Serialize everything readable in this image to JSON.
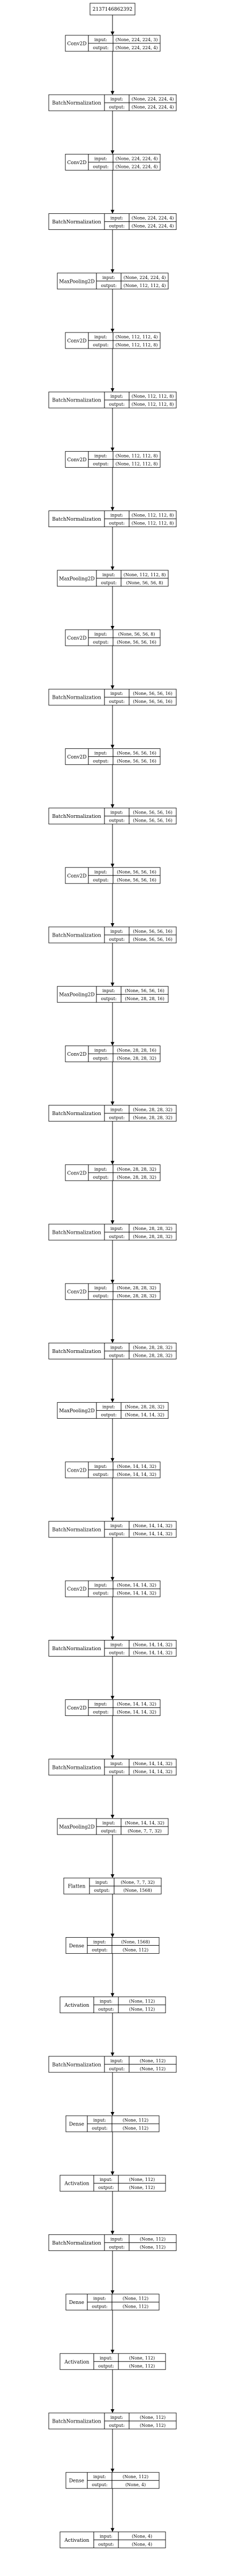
{
  "input_node": {
    "label": "2137146862392"
  },
  "io_labels": {
    "input": "input:",
    "output": "output:"
  },
  "layers": [
    {
      "name": "Conv2D",
      "input": "(None, 224, 224, 3)",
      "output": "(None, 224, 224, 4)"
    },
    {
      "name": "BatchNormalization",
      "input": "(None, 224, 224, 4)",
      "output": "(None, 224, 224, 4)"
    },
    {
      "name": "Conv2D",
      "input": "(None, 224, 224, 4)",
      "output": "(None, 224, 224, 4)"
    },
    {
      "name": "BatchNormalization",
      "input": "(None, 224, 224, 4)",
      "output": "(None, 224, 224, 4)"
    },
    {
      "name": "MaxPooling2D",
      "input": "(None, 224, 224, 4)",
      "output": "(None, 112, 112, 4)"
    },
    {
      "name": "Conv2D",
      "input": "(None, 112, 112, 4)",
      "output": "(None, 112, 112, 8)"
    },
    {
      "name": "BatchNormalization",
      "input": "(None, 112, 112, 8)",
      "output": "(None, 112, 112, 8)"
    },
    {
      "name": "Conv2D",
      "input": "(None, 112, 112, 8)",
      "output": "(None, 112, 112, 8)"
    },
    {
      "name": "BatchNormalization",
      "input": "(None, 112, 112, 8)",
      "output": "(None, 112, 112, 8)"
    },
    {
      "name": "MaxPooling2D",
      "input": "(None, 112, 112, 8)",
      "output": "(None, 56, 56, 8)"
    },
    {
      "name": "Conv2D",
      "input": "(None, 56, 56, 8)",
      "output": "(None, 56, 56, 16)"
    },
    {
      "name": "BatchNormalization",
      "input": "(None, 56, 56, 16)",
      "output": "(None, 56, 56, 16)"
    },
    {
      "name": "Conv2D",
      "input": "(None, 56, 56, 16)",
      "output": "(None, 56, 56, 16)"
    },
    {
      "name": "BatchNormalization",
      "input": "(None, 56, 56, 16)",
      "output": "(None, 56, 56, 16)"
    },
    {
      "name": "Conv2D",
      "input": "(None, 56, 56, 16)",
      "output": "(None, 56, 56, 16)"
    },
    {
      "name": "BatchNormalization",
      "input": "(None, 56, 56, 16)",
      "output": "(None, 56, 56, 16)"
    },
    {
      "name": "MaxPooling2D",
      "input": "(None, 56, 56, 16)",
      "output": "(None, 28, 28, 16)"
    },
    {
      "name": "Conv2D",
      "input": "(None, 28, 28, 16)",
      "output": "(None, 28, 28, 32)"
    },
    {
      "name": "BatchNormalization",
      "input": "(None, 28, 28, 32)",
      "output": "(None, 28, 28, 32)"
    },
    {
      "name": "Conv2D",
      "input": "(None, 28, 28, 32)",
      "output": "(None, 28, 28, 32)"
    },
    {
      "name": "BatchNormalization",
      "input": "(None, 28, 28, 32)",
      "output": "(None, 28, 28, 32)"
    },
    {
      "name": "Conv2D",
      "input": "(None, 28, 28, 32)",
      "output": "(None, 28, 28, 32)"
    },
    {
      "name": "BatchNormalization",
      "input": "(None, 28, 28, 32)",
      "output": "(None, 28, 28, 32)"
    },
    {
      "name": "MaxPooling2D",
      "input": "(None, 28, 28, 32)",
      "output": "(None, 14, 14, 32)"
    },
    {
      "name": "Conv2D",
      "input": "(None, 14, 14, 32)",
      "output": "(None, 14, 14, 32)"
    },
    {
      "name": "BatchNormalization",
      "input": "(None, 14, 14, 32)",
      "output": "(None, 14, 14, 32)"
    },
    {
      "name": "Conv2D",
      "input": "(None, 14, 14, 32)",
      "output": "(None, 14, 14, 32)"
    },
    {
      "name": "BatchNormalization",
      "input": "(None, 14, 14, 32)",
      "output": "(None, 14, 14, 32)"
    },
    {
      "name": "Conv2D",
      "input": "(None, 14, 14, 32)",
      "output": "(None, 14, 14, 32)"
    },
    {
      "name": "BatchNormalization",
      "input": "(None, 14, 14, 32)",
      "output": "(None, 14, 14, 32)"
    },
    {
      "name": "MaxPooling2D",
      "input": "(None, 14, 14, 32)",
      "output": "(None, 7, 7, 32)"
    },
    {
      "name": "Flatten",
      "input": "(None, 7, 7, 32)",
      "output": "(None, 1568)"
    },
    {
      "name": "Dense",
      "input": "(None, 1568)",
      "output": "(None, 112)"
    },
    {
      "name": "Activation",
      "input": "(None, 112)",
      "output": "(None, 112)"
    },
    {
      "name": "BatchNormalization",
      "input": "(None, 112)",
      "output": "(None, 112)"
    },
    {
      "name": "Dense",
      "input": "(None, 112)",
      "output": "(None, 112)"
    },
    {
      "name": "Activation",
      "input": "(None, 112)",
      "output": "(None, 112)"
    },
    {
      "name": "BatchNormalization",
      "input": "(None, 112)",
      "output": "(None, 112)"
    },
    {
      "name": "Dense",
      "input": "(None, 112)",
      "output": "(None, 112)"
    },
    {
      "name": "Activation",
      "input": "(None, 112)",
      "output": "(None, 112)"
    },
    {
      "name": "BatchNormalization",
      "input": "(None, 112)",
      "output": "(None, 112)"
    },
    {
      "name": "Dense",
      "input": "(None, 112)",
      "output": "(None, 4)"
    },
    {
      "name": "Activation",
      "input": "(None, 4)",
      "output": "(None, 4)"
    }
  ]
}
